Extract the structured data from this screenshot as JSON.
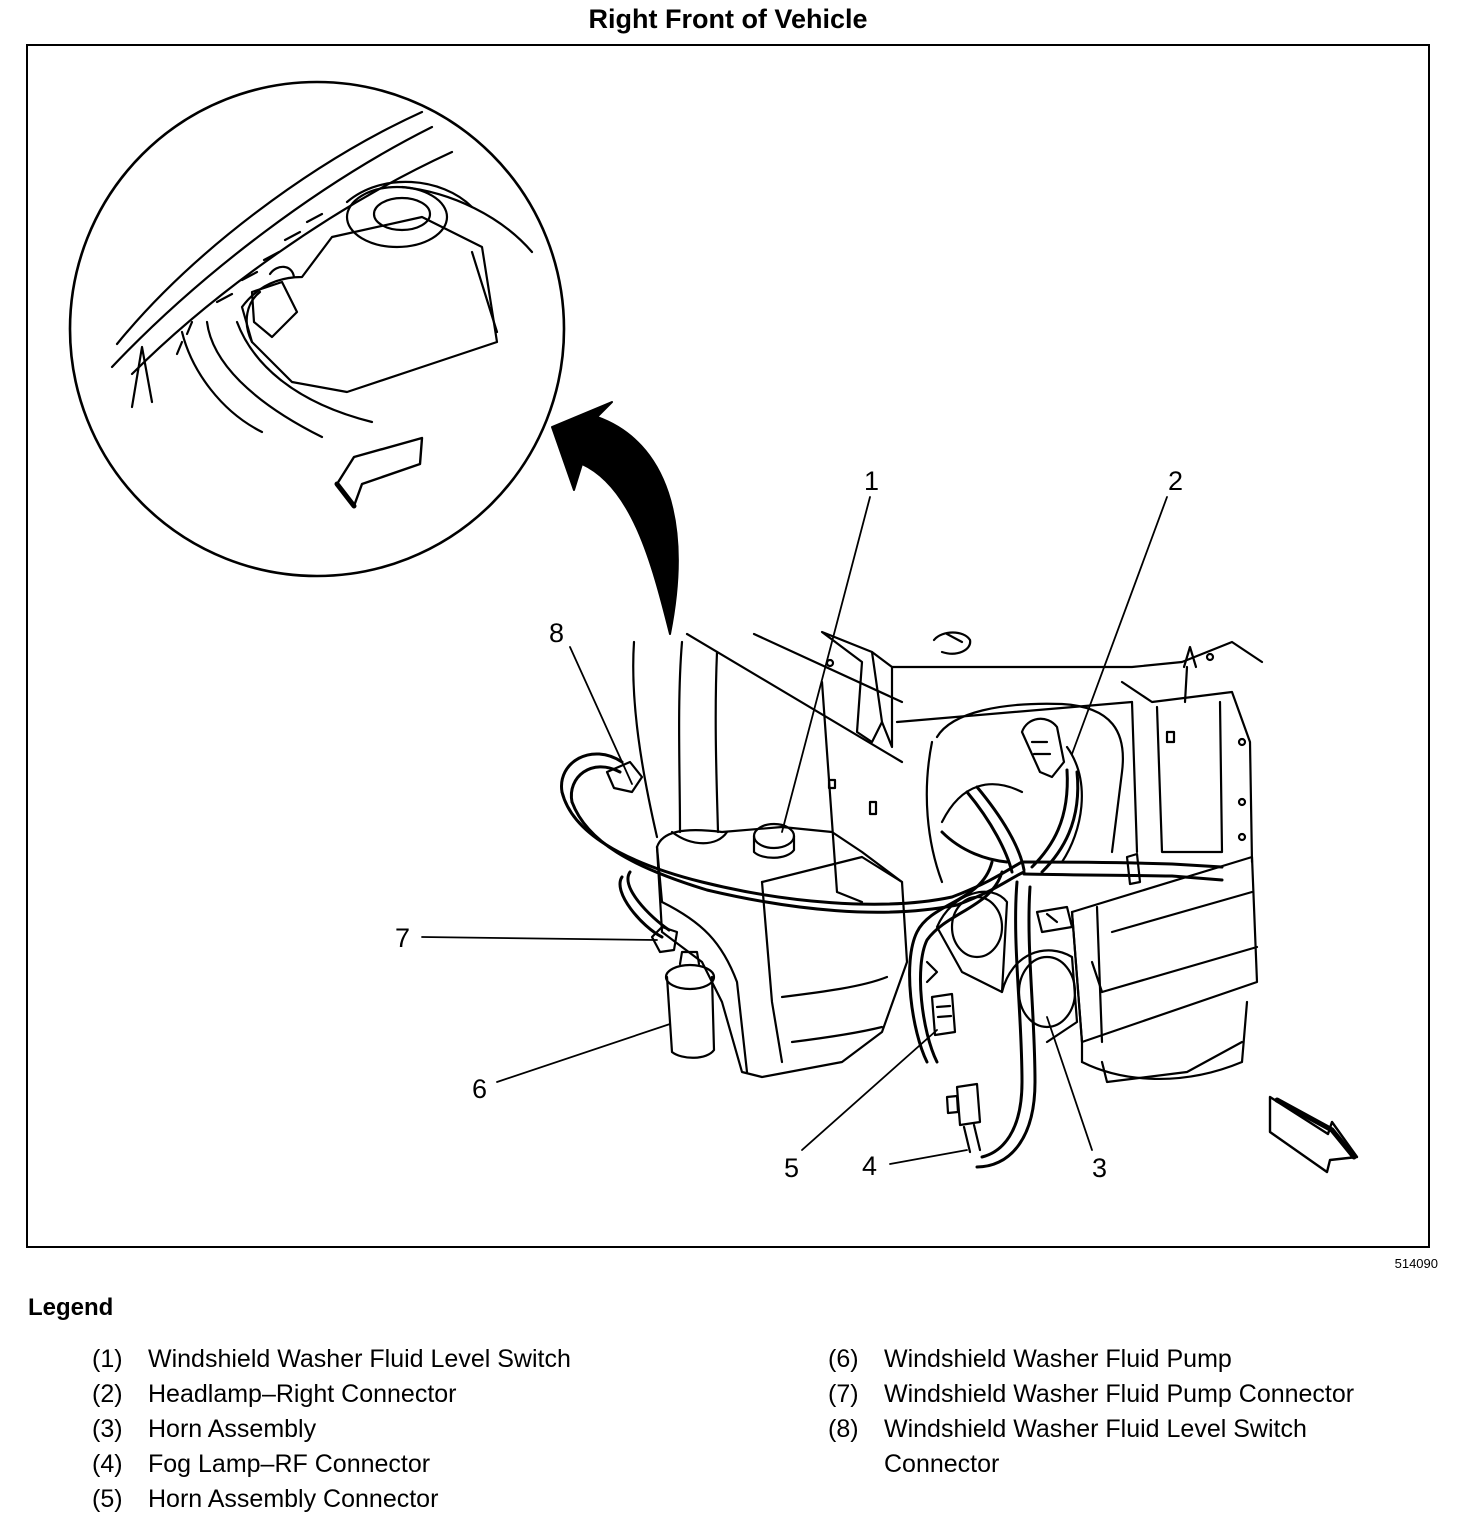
{
  "figure": {
    "title": "Right Front of Vehicle",
    "figure_id": "514090",
    "callouts": [
      "1",
      "2",
      "3",
      "4",
      "5",
      "6",
      "7",
      "8"
    ]
  },
  "legend": {
    "title": "Legend",
    "left": [
      {
        "num": "(1)",
        "text": "Windshield Washer Fluid Level Switch"
      },
      {
        "num": "(2)",
        "text": "Headlamp–Right Connector"
      },
      {
        "num": "(3)",
        "text": "Horn Assembly"
      },
      {
        "num": "(4)",
        "text": "Fog Lamp–RF Connector"
      },
      {
        "num": "(5)",
        "text": "Horn Assembly Connector"
      }
    ],
    "right": [
      {
        "num": "(6)",
        "text": "Windshield Washer Fluid Pump"
      },
      {
        "num": "(7)",
        "text": "Windshield Washer Fluid Pump Connector"
      },
      {
        "num": "(8)",
        "text": "Windshield Washer Fluid Level Switch Connector"
      }
    ]
  }
}
